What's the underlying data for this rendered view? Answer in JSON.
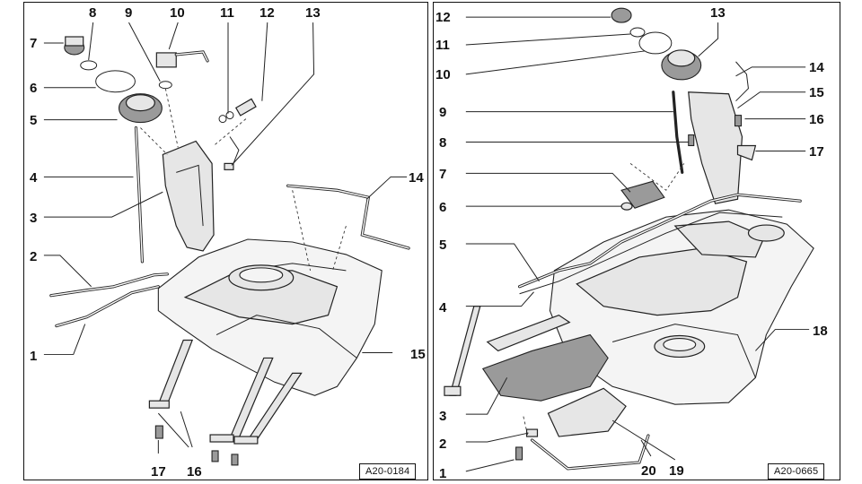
{
  "left_diagram": {
    "reference": "A20-0184",
    "callouts": [
      "1",
      "2",
      "3",
      "4",
      "5",
      "6",
      "7",
      "8",
      "9",
      "10",
      "11",
      "12",
      "13",
      "14",
      "15",
      "16",
      "17"
    ]
  },
  "right_diagram": {
    "reference": "A20-0665",
    "callouts": [
      "1",
      "2",
      "3",
      "4",
      "5",
      "6",
      "7",
      "8",
      "9",
      "10",
      "11",
      "12",
      "13",
      "14",
      "15",
      "16",
      "17",
      "18",
      "19",
      "20"
    ]
  }
}
